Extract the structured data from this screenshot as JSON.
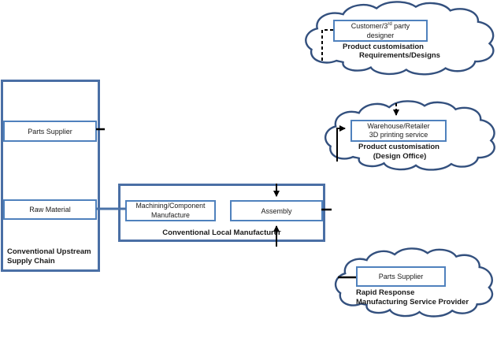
{
  "colors": {
    "cloud_border": "#33507e",
    "outer_border": "#4a6fa5",
    "inner_border": "#4f81bd",
    "connector_blue": "#4a72a8",
    "line_black": "#000000",
    "text": "#1a1a1a"
  },
  "upstream": {
    "parts_supplier": "Parts Supplier",
    "raw_material": "Raw Material",
    "label": "Conventional Upstream\nSupply Chain"
  },
  "manufacturer": {
    "machining": "Machining/Component\nManufacture",
    "assembly": "Assembly",
    "label": "Conventional Local Manufacturer"
  },
  "clouds": {
    "customer": {
      "box_line1_pre": "Customer/3",
      "box_line1_sup": "rd",
      "box_line1_post": " party",
      "box_line2": "designer",
      "caption_line1": "Product customisation",
      "caption_line2": "Requirements/Designs"
    },
    "warehouse": {
      "box_text": "Warehouse/Retailer\n3D printing service",
      "caption_line1": "Product customisation",
      "caption_line2": "(Design Office)"
    },
    "rapid": {
      "box_text": "Parts Supplier",
      "caption_line1": "Rapid Response",
      "caption_line2": "Manufacturing Service Provider"
    }
  }
}
